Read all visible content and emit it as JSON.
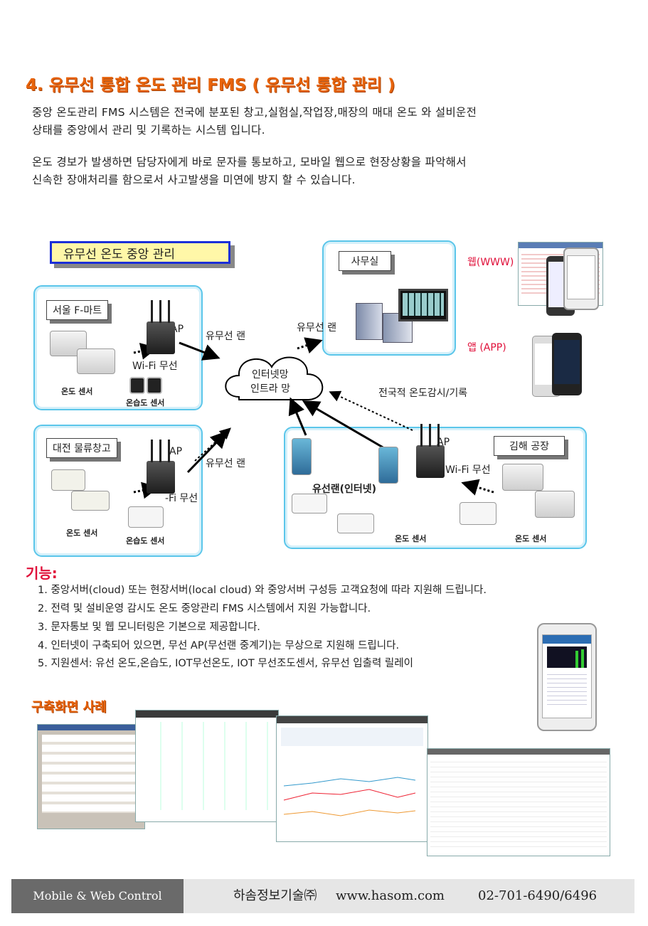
{
  "title": "4. 유무선 통합 온도 관리 FMS ( 유무선 통합 관리 )",
  "intro": {
    "line1": "중앙 온도관리 FMS 시스템은 전국에 분포된 창고,실험실,작업장,매장의 매대 온도 와 설비운전",
    "line2": "상태를 중앙에서 관리 및 기록하는 시스템 입니다.",
    "line3": " 온도 경보가 발생하면 담당자에게 바로 문자를 통보하고, 모바일 웹으로 현장상황을 파악해서",
    "line4": "신속한 장애처리를 함으로서 사고발생을 미연에 방지 할 수 있습니다."
  },
  "diagram": {
    "main_label": "유무선 온도 중앙 관리",
    "office": "사무실",
    "web": "웹(WWW)",
    "app": "앱  (APP)",
    "seoul": "서울 F-마트",
    "daejeon": "대전 물류창고",
    "gimhae": "김해 공장",
    "ap": "AP",
    "wireless_lan": "유무선 랜",
    "wifi": "Wi-Fi 무선",
    "wifi_partial": "-Fi 무선",
    "cloud_line1": "인터넷망",
    "cloud_line2": "인트라 망",
    "nationwide": "전국적 온도감시/기록",
    "wired_lan": "유선랜(인터넷)",
    "temp_sensor": "온도 센서",
    "humid_sensor": "온습도 센서"
  },
  "functions": {
    "heading": "기능:",
    "items": [
      "1. 중앙서버(cloud) 또는 현장서버(local cloud) 와 중앙서버 구성등 고객요청에 따라 지원해 드립니다.",
      "2. 전력 및 설비운영 감시도 온도 중앙관리 FMS 시스템에서 지원 가능합니다.",
      "3. 문자통보 및 웹 모니터링은 기본으로 제공합니다.",
      "4. 인터넷이 구축되어 있으면, 무선 AP(무선랜 중계기)는 무상으로 지원해 드립니다.",
      "5. 지원센서: 유선 온도,온습도, IOT무선온도, IOT 무선조도센서, 유무선 입출력 릴레이"
    ]
  },
  "examples_heading": "구축화면 사례",
  "footer": {
    "left": "Mobile & Web Control",
    "company": "하솜정보기술㈜",
    "url": "www.hasom.com",
    "phone": "02-701-6490/6496"
  },
  "colors": {
    "title": "#e8640c",
    "accent_red": "#e0103a",
    "box_border": "#5bc6ea",
    "main_label_border": "#1b2fd8"
  }
}
